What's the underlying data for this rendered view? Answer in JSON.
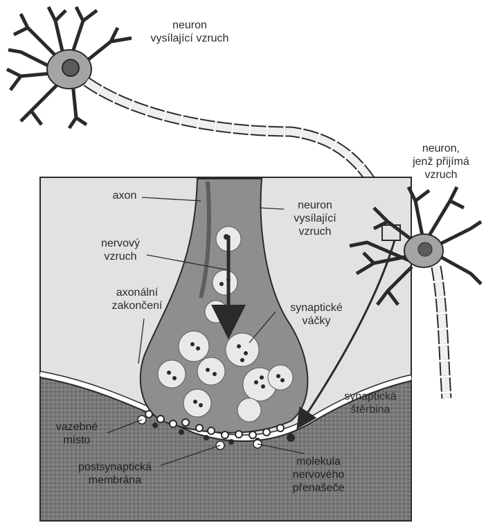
{
  "labels": {
    "top_neuron": [
      "neuron",
      "vysílající vzruch"
    ],
    "receiving_neuron": [
      "neuron,",
      "jenž přijímá",
      "vzruch"
    ],
    "axon": "axon",
    "neuron_sending_inset": [
      "neuron",
      "vysílající",
      "vzruch"
    ],
    "nerve_impulse": [
      "nervový",
      "vzruch"
    ],
    "axon_terminal": [
      "axonální",
      "zakončení"
    ],
    "synaptic_vesicles": [
      "synaptické",
      "váčky"
    ],
    "synaptic_cleft": [
      "synaptická",
      "štěrbina"
    ],
    "binding_site": [
      "vazebné",
      "místo"
    ],
    "postsynaptic_membrane": [
      "postsynaptická",
      "membrána"
    ],
    "transmitter_molecule": [
      "molekula",
      "nervového",
      "přenašeče"
    ]
  },
  "colors": {
    "ink": "#2a2a2a",
    "background_inset": "#e2e2e2",
    "axon_fill": "#8e8e8e",
    "postsynaptic_fill": "#6f6f6f",
    "vesicle_fill": "#e9e9e9"
  }
}
